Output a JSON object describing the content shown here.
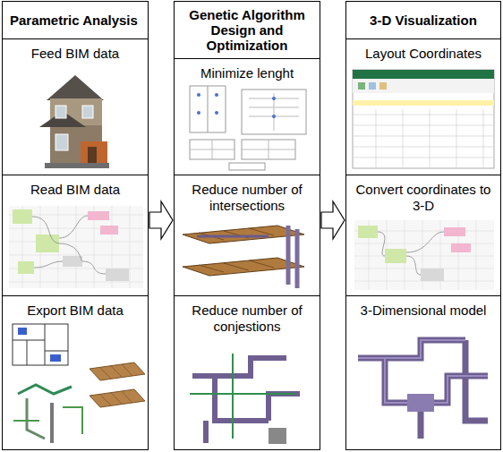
{
  "diagram": {
    "nodes": [
      {
        "text": [
          "Parametric Analysis"
        ]
      },
      {
        "text": [
          "Feed BIM data"
        ],
        "in": 0
      },
      {
        "text": [
          "Read BIM data"
        ],
        "in": 0
      },
      {
        "text": [
          "Export BIM data"
        ],
        "in": 0
      },
      {
        "text": [
          "Genetic Algorithm Design and Optimization"
        ]
      },
      {
        "text": [
          "Minimize lenght"
        ],
        "in": 4
      },
      {
        "text": [
          "Reduce number of intersections"
        ],
        "in": 4
      },
      {
        "text": [
          "Reduce number of conjestions"
        ],
        "in": 4
      },
      {
        "text": [
          "3-D Visualization"
        ]
      },
      {
        "text": [
          "Layout Coordinates"
        ],
        "in": 8
      },
      {
        "text": [
          "Convert coordinates to 3-D"
        ],
        "in": 8
      },
      {
        "text": [
          "3-Dimensional model"
        ],
        "in": 8
      }
    ],
    "edges": [
      {
        "from": 0,
        "to": 4,
        "arrow": "to"
      },
      {
        "from": 4,
        "to": 8,
        "arrow": "to"
      }
    ]
  }
}
